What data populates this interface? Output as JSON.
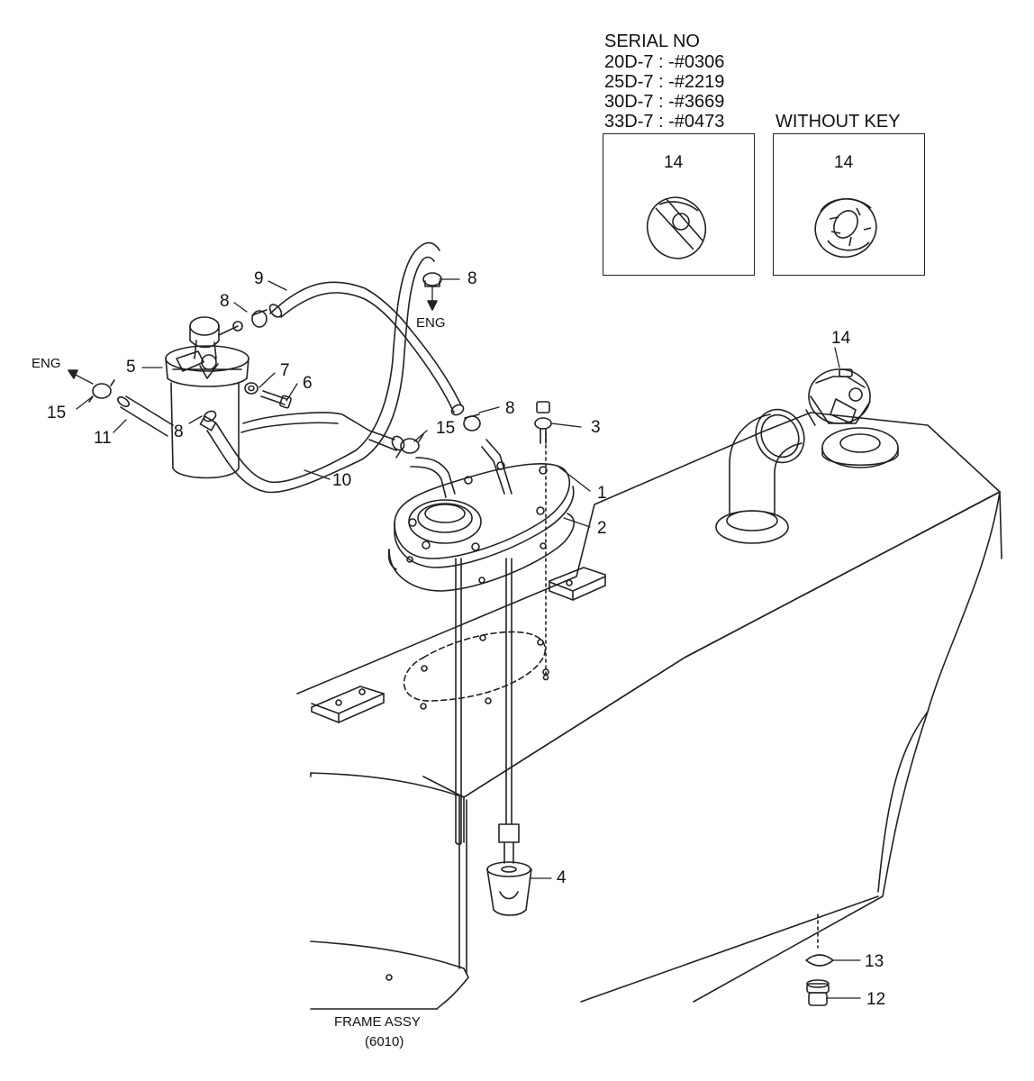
{
  "serial_block": {
    "title": "SERIAL NO",
    "lines": [
      "20D-7 : -#0306",
      "25D-7 : -#2219",
      "30D-7 : -#3669",
      "33D-7 : -#0473"
    ]
  },
  "without_key_label": "WITHOUT KEY",
  "callouts": {
    "c14_box1": "14",
    "c14_box2": "14",
    "c14_tank": "14",
    "c9": "9",
    "c8_top": "8",
    "c8_left": "8",
    "c8_mid": "8",
    "c8_low": "8",
    "c5": "5",
    "c7": "7",
    "c6": "6",
    "c15_left": "15",
    "c15_mid": "15",
    "c11": "11",
    "c10": "10",
    "c3": "3",
    "c1": "1",
    "c2": "2",
    "c4": "4",
    "c13": "13",
    "c12": "12"
  },
  "eng_labels": {
    "top": "ENG",
    "left": "ENG"
  },
  "frame_label": {
    "line1": "FRAME ASSY",
    "line2": "(6010)"
  }
}
